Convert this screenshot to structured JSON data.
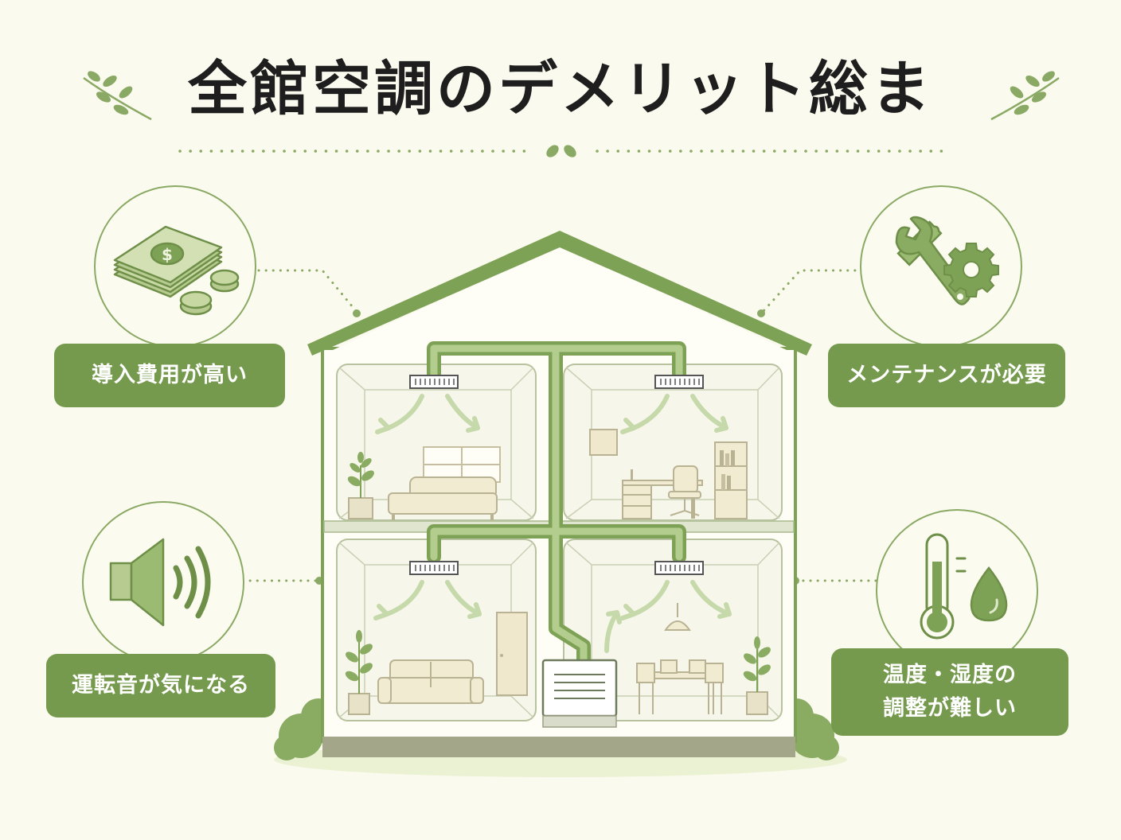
{
  "title": "全館空調のデメリット総ま",
  "colors": {
    "background": "#fbfaee",
    "accent": "#759a4d",
    "accent_light": "#a7c27e",
    "line": "#8aa964",
    "title_text": "#1e1e1e"
  },
  "icons": {
    "cost": "money-icon",
    "maintenance": "wrench-gear-icon",
    "noise": "speaker-icon",
    "humidity": "thermometer-drop-icon"
  },
  "labels": {
    "cost": "導入費用が高い",
    "maintenance": "メンテナンスが必要",
    "noise": "運転音が気になる",
    "humidity_line1": "温度・湿度の",
    "humidity_line2": "調整が難しい"
  }
}
